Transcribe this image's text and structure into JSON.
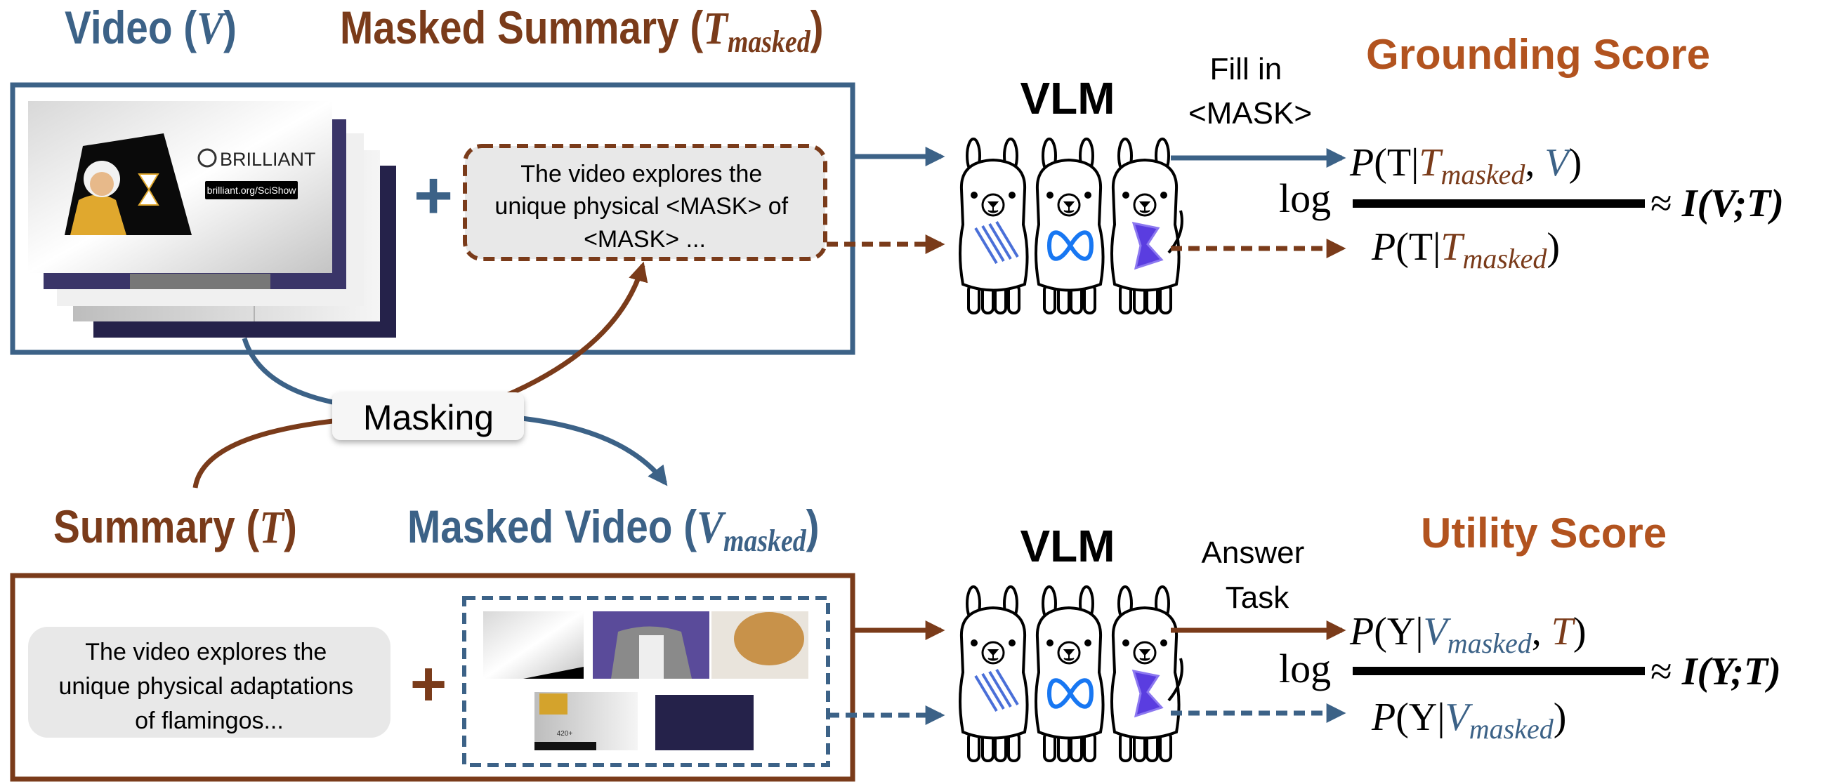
{
  "colors": {
    "blue": "#3c6287",
    "brown": "#7a3b1a",
    "orange": "#b2531f",
    "box_fill": "#e8e8e8"
  },
  "top": {
    "video_title": {
      "prefix": "Video (",
      "var": "V",
      "suffix": ")"
    },
    "masked_summary_title": {
      "prefix": "Masked Summary (",
      "var": "T",
      "sub": "masked",
      "suffix": ")"
    },
    "video_frame": {
      "brand": "BRILLIANT",
      "url": "brilliant.org/SciShow"
    },
    "plus": "+",
    "masked_summary_lines": [
      "The video explores the",
      "unique physical <MASK> of",
      "<MASK> ..."
    ],
    "vlm_label": "VLM",
    "action_lines": [
      "Fill in",
      "<MASK>"
    ],
    "score_title": "Grounding Score",
    "formula": {
      "log": "log",
      "numerator": {
        "p": "P",
        "open": "(",
        "given": "T|",
        "cond": "T",
        "sub": "masked",
        "comma": ", ",
        "extra": "V",
        "close": ")"
      },
      "denominator": {
        "p": "P",
        "open": "(",
        "given": "T|",
        "cond": "T",
        "sub": "masked",
        "close": ")"
      },
      "approx": "≈ ",
      "result": "I(V;T)"
    }
  },
  "masking_label": "Masking",
  "bottom": {
    "summary_title": {
      "prefix": "Summary (",
      "var": "T",
      "suffix": ")"
    },
    "masked_video_title": {
      "prefix": "Masked Video (",
      "var": "V",
      "sub": "masked",
      "suffix": ")"
    },
    "summary_lines": [
      "The video explores the",
      "unique physical adaptations",
      "of flamingos..."
    ],
    "plus": "+",
    "thumbnail_text": "420+",
    "vlm_label": "VLM",
    "action_lines": [
      "Answer",
      "Task"
    ],
    "score_title": "Utility Score",
    "formula": {
      "log": "log",
      "numerator": {
        "p": "P",
        "open": "(",
        "given": "Y|",
        "cond": "V",
        "sub": "masked",
        "comma": ", ",
        "extra": "T",
        "close": ")"
      },
      "denominator": {
        "p": "P",
        "open": "(",
        "given": "Y|",
        "cond": "V",
        "sub": "masked",
        "close": ")"
      },
      "approx": "≈ ",
      "result": "I(Y;T)"
    }
  }
}
